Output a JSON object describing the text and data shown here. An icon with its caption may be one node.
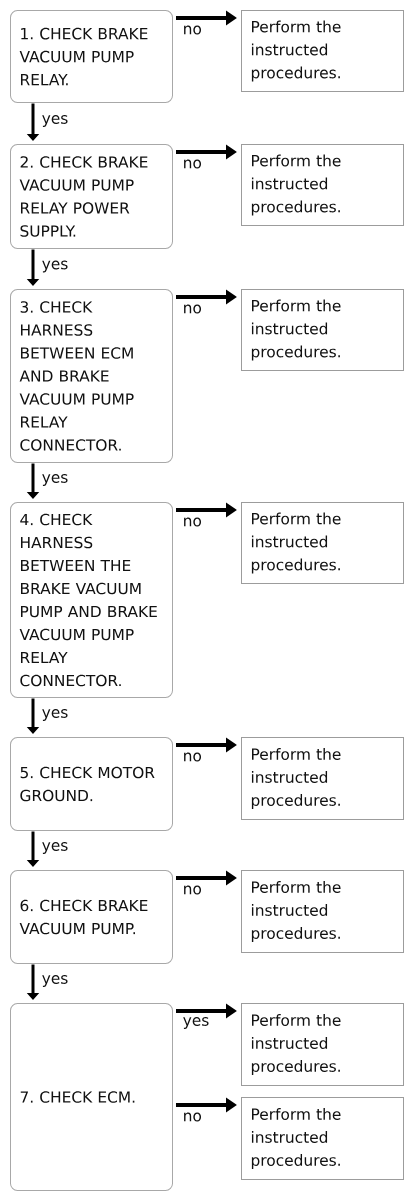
{
  "diagram": {
    "nodes": [
      {
        "text": [
          "1. CHECK BRAKE VACUUM PUMP RELAY."
        ]
      },
      {
        "text": [
          "Perform the instructed procedures."
        ]
      },
      {
        "text": [
          "2. CHECK BRAKE VACUUM PUMP RELAY POWER SUPPLY."
        ]
      },
      {
        "text": [
          "Perform the instructed procedures."
        ]
      },
      {
        "text": [
          "3. CHECK HARNESS BETWEEN ECM AND BRAKE VACUUM PUMP RELAY CONNECTOR."
        ]
      },
      {
        "text": [
          "Perform the instructed procedures."
        ]
      },
      {
        "text": [
          "4. CHECK HARNESS BETWEEN THE BRAKE VACUUM PUMP AND BRAKE VACUUM PUMP RELAY CONNECTOR."
        ]
      },
      {
        "text": [
          "Perform the instructed procedures."
        ]
      },
      {
        "text": [
          "5. CHECK MOTOR GROUND."
        ]
      },
      {
        "text": [
          "Perform the instructed procedures."
        ]
      },
      {
        "text": [
          "6. CHECK BRAKE VACUUM PUMP."
        ]
      },
      {
        "text": [
          "Perform the instructed procedures."
        ]
      },
      {
        "text": [
          "7. CHECK ECM."
        ]
      },
      {
        "text": [
          "Perform the instructed procedures."
        ]
      },
      {
        "text": [
          "Perform the instructed procedures."
        ]
      }
    ],
    "edges": [
      {
        "from": 0,
        "to": 1,
        "arrow": "to",
        "label": "no"
      },
      {
        "from": 0,
        "to": 2,
        "arrow": "to",
        "label": "yes"
      },
      {
        "from": 2,
        "to": 3,
        "arrow": "to",
        "label": "no"
      },
      {
        "from": 2,
        "to": 4,
        "arrow": "to",
        "label": "yes"
      },
      {
        "from": 4,
        "to": 5,
        "arrow": "to",
        "label": "no"
      },
      {
        "from": 4,
        "to": 6,
        "arrow": "to",
        "label": "yes"
      },
      {
        "from": 6,
        "to": 7,
        "arrow": "to",
        "label": "no"
      },
      {
        "from": 6,
        "to": 8,
        "arrow": "to",
        "label": "yes"
      },
      {
        "from": 8,
        "to": 9,
        "arrow": "to",
        "label": "no"
      },
      {
        "from": 8,
        "to": 10,
        "arrow": "to",
        "label": "yes"
      },
      {
        "from": 10,
        "to": 11,
        "arrow": "to",
        "label": "no"
      },
      {
        "from": 10,
        "to": 12,
        "arrow": "to",
        "label": "yes"
      },
      {
        "from": 12,
        "to": 13,
        "arrow": "to",
        "label": "yes"
      },
      {
        "from": 12,
        "to": 14,
        "arrow": "to",
        "label": "no"
      }
    ]
  }
}
